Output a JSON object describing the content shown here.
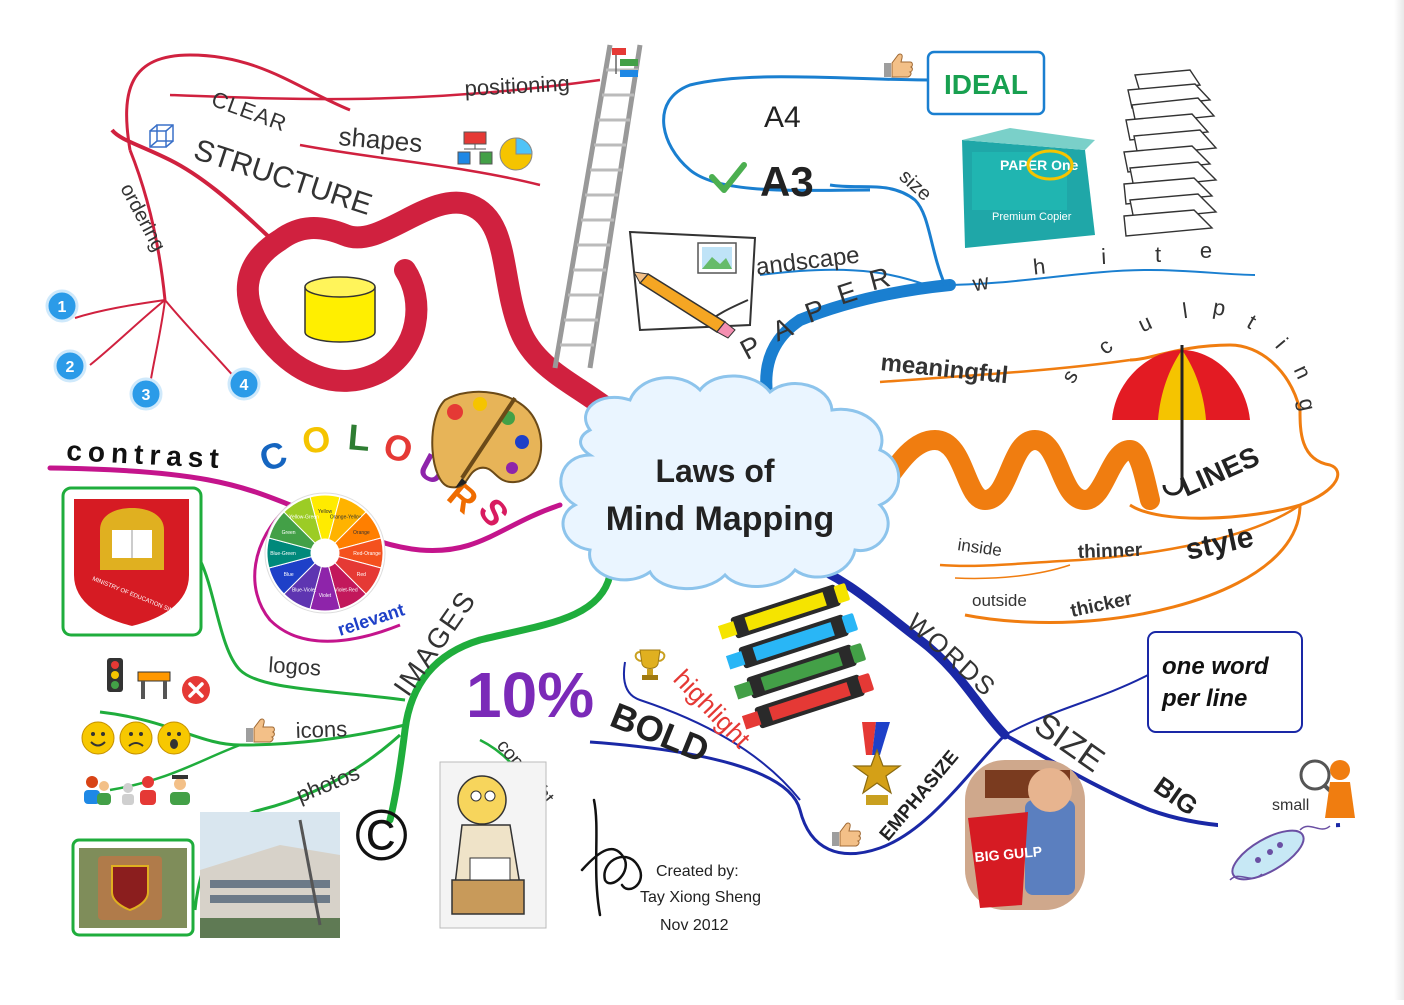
{
  "central": {
    "line1": "Laws of",
    "line2": "Mind Mapping"
  },
  "structure": {
    "label": "STRUCTURE",
    "clear": "CLEAR",
    "shapes": "shapes",
    "positioning": "positioning",
    "ordering": "ordering",
    "numbers": [
      "1",
      "2",
      "3",
      "4"
    ]
  },
  "paper": {
    "label": "PAPER",
    "a4": "A4",
    "a3": "A3",
    "size": "size",
    "ideal": "IDEAL",
    "landscape": "andscape",
    "white": "white",
    "box_brand": "PAPER One",
    "box_sub": "Premium Copier"
  },
  "lines": {
    "label": "LINES",
    "meaningful": "meaningful",
    "sculpting": "sculpting",
    "inside": "inside",
    "thinner": "thinner",
    "style": "style",
    "outside": "outside",
    "thicker": "thicker"
  },
  "words": {
    "label": "WORDS",
    "size": "SIZE",
    "big": "BIG",
    "small": "small",
    "emphasize": "EMPHASIZE",
    "bold": "BOLD",
    "highlight": "highlight",
    "ten_percent": "10%",
    "one_word_line1": "one word",
    "one_word_line2": "per line",
    "cup_text": "BIG GULP"
  },
  "colours": {
    "contrast": "contrast",
    "letters": [
      "C",
      "O",
      "L",
      "O",
      "U",
      "R",
      "S"
    ],
    "letter_colors": [
      "#1565c0",
      "#f5c400",
      "#2e7d32",
      "#e53935",
      "#8e24aa",
      "#ef6c00",
      "#d81b60"
    ],
    "relevant": "relevant",
    "wheel_labels": [
      "Yellow",
      "Orange-Yellow",
      "Orange",
      "Red-Orange",
      "Red",
      "Violet-Red",
      "Violet",
      "Blue-Violet",
      "Blue",
      "Blue-Green",
      "Green",
      "Yellow-Green"
    ],
    "wheel_colors": [
      "#ffeb00",
      "#ffb300",
      "#ff7f00",
      "#f4511e",
      "#e53935",
      "#c2185b",
      "#8e24aa",
      "#5e35b1",
      "#1e40c8",
      "#00897b",
      "#43a047",
      "#9ccc25"
    ]
  },
  "images": {
    "label": "IMAGES",
    "logos": "logos",
    "icons": "icons",
    "photos": "photos",
    "copyright": "copyright",
    "copyright_symbol": "©",
    "crest_text": "MINISTRY OF EDUCATION SINGAPORE"
  },
  "credits": {
    "line1": "Created by:",
    "line2": "Tay Xiong Sheng",
    "line3": "Nov 2012"
  },
  "branch_colors": {
    "structure": "#d0213f",
    "paper": "#1a7fd0",
    "lines": "#f07d10",
    "words": "#1a28a6",
    "images": "#1fad3c",
    "colours": "#c4148c"
  }
}
